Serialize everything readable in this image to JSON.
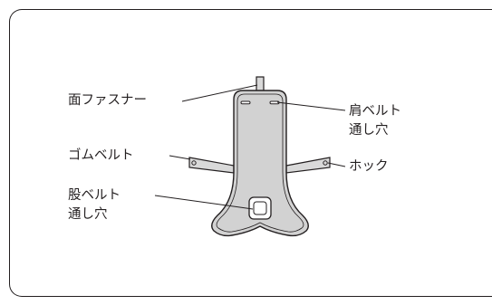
{
  "diagram": {
    "labels": {
      "velcro": "面ファスナー",
      "rubber_belt": "ゴムベルト",
      "crotch_belt_line1": "股ベルト",
      "crotch_belt_line2": "通し穴",
      "shoulder_belt_line1": "肩ベルト",
      "shoulder_belt_line2": "通し穴",
      "hook": "ホック"
    },
    "colors": {
      "pad_fill": "#d2d2d2",
      "outline": "#231f20",
      "belt_fill": "#d9d9d9",
      "background": "#ffffff"
    }
  }
}
